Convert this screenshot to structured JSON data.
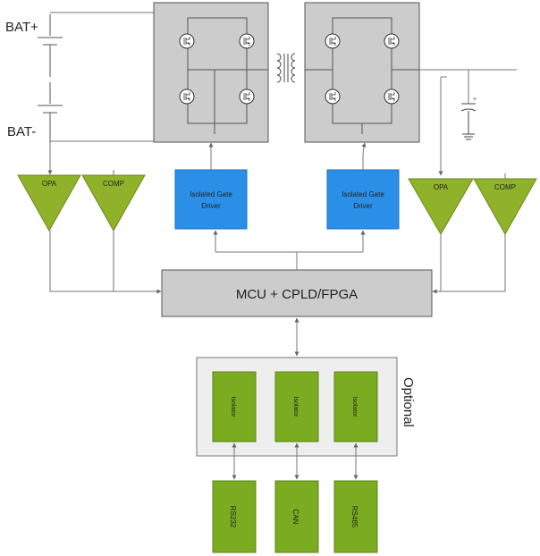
{
  "battery": {
    "positive_label": "BAT+",
    "negative_label": "BAT-"
  },
  "amplifiers": {
    "left_opa": "OPA",
    "left_comp": "COMP",
    "right_opa": "OPA",
    "right_comp": "COMP"
  },
  "gate_drivers": {
    "left": [
      "Isolated Gate",
      "Driver"
    ],
    "right": [
      "Isolated Gate",
      "Driver"
    ]
  },
  "controller": {
    "label": "MCU + CPLD/FPGA"
  },
  "optional_group": {
    "label": "Optional",
    "isolators": [
      "Isolator",
      "Isolator",
      "Isolator"
    ]
  },
  "interfaces": [
    "RS232",
    "CAN",
    "RS485"
  ],
  "colors": {
    "bridge_fill": "#cccccc",
    "controller_fill": "#cccccc",
    "optional_fill": "#eeeeee",
    "amplifier_fill": "#8fb22a",
    "driver_fill": "#2b8fe8",
    "isolator_fill": "#7aab20",
    "interface_fill": "#7aab20",
    "line": "#666666"
  },
  "icons": [
    "mosfet-icon",
    "transformer-icon",
    "capacitor-icon",
    "ground-icon",
    "battery-icon"
  ]
}
